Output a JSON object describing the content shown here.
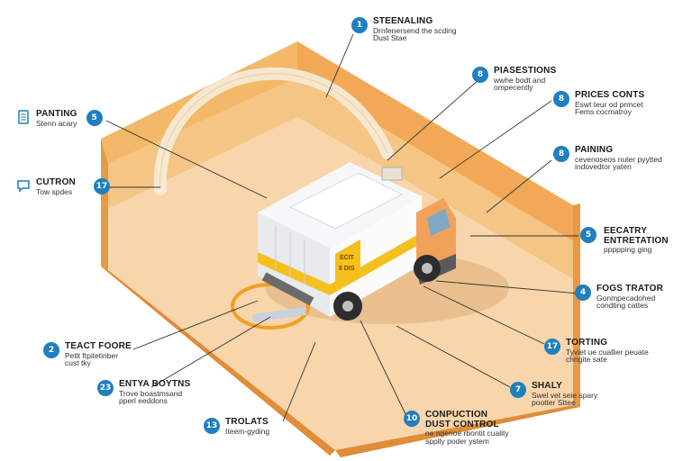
{
  "callouts": [
    {
      "id": "c1",
      "num": "1",
      "title": "STEENALING",
      "lines": [
        "Drnfenersend the scding",
        "Dust Stae"
      ]
    },
    {
      "id": "c2",
      "num": "8",
      "title": "PIASESTIONS",
      "lines": [
        "wwhe bodt and",
        "ompecently"
      ]
    },
    {
      "id": "c3",
      "num": "8",
      "title": "PRICES CONTS",
      "lines": [
        "Eswt teur od prmcet",
        "Fems cocmatroy"
      ]
    },
    {
      "id": "c4",
      "num": "8",
      "title": "PAINING",
      "lines": [
        "cevenoseos nuter pyytted",
        "indovedtor yaten"
      ]
    },
    {
      "id": "c5",
      "num": "5",
      "title": "EECATRY",
      "lines": [
        "ENTRETATION",
        "ppppping ging"
      ]
    },
    {
      "id": "c6",
      "num": "4",
      "title": "FOGS TRATOR",
      "lines": [
        "Gonmpecadohed",
        "condting cattes"
      ]
    },
    {
      "id": "c7",
      "num": "17",
      "title": "TORTING",
      "lines": [
        "Tyviet ue cuallier peuate",
        "chngite sate"
      ]
    },
    {
      "id": "c8",
      "num": "7",
      "title": "SHALY",
      "lines": [
        "Swel vet seie spary",
        "pootter Sttee"
      ]
    },
    {
      "id": "c9",
      "num": "10",
      "title": "CONPUCTION",
      "lines": [
        "DUST CONTROL",
        "ne ngenoe rbontit cuality",
        "spplly poder ystem"
      ]
    },
    {
      "id": "c10",
      "num": "13",
      "title": "TROLATS",
      "lines": [
        "Iteem-gyding"
      ]
    },
    {
      "id": "c11",
      "num": "23",
      "title": "ENTYA BOYTNS",
      "lines": [
        "Trove boastmsand",
        "pperl eeddons"
      ]
    },
    {
      "id": "c12",
      "num": "2",
      "title": "TEACT FOORE",
      "lines": [
        "Petlt ftpitetinber",
        "cust tky"
      ]
    },
    {
      "id": "c13",
      "num": "5",
      "title": "PANTING",
      "lines": [
        "Stenn acary"
      ]
    },
    {
      "id": "c14",
      "num": "17",
      "title": "CUTRON",
      "lines": [
        "Tow spdes"
      ]
    }
  ],
  "truck": {
    "cargo_label_1": "ECIT",
    "cargo_label_2": "8 DIS"
  },
  "colors": {
    "accent": "#1f7fbf",
    "floor": "#f7d2a6",
    "wall": "#f3b063",
    "stripe": "#f4c01e",
    "cab": "#f0a25a"
  }
}
